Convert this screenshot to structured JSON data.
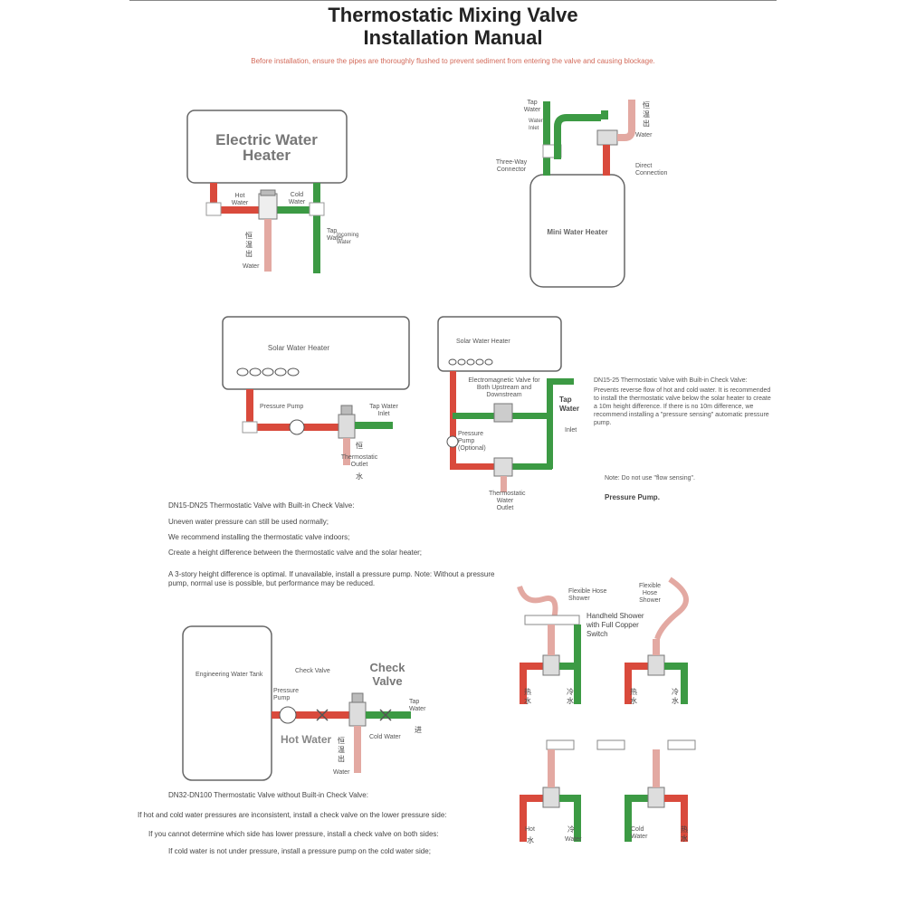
{
  "title_line1": "Thermostatic Mixing Valve",
  "title_line2": "Installation Manual",
  "warning": "Before installation, ensure the pipes are thoroughly flushed to prevent sediment from entering the valve and causing blockage.",
  "d1": {
    "heater": "Electric Water Heater",
    "hot": "Hot Water",
    "cold": "Cold Water",
    "tap": "Tap Water",
    "inlet": "Incoming Water",
    "outlet_cn": "恒温出",
    "outlet": "Water"
  },
  "d2": {
    "tap": "Tap Water",
    "inlet": "Water Inlet",
    "outlet_cn": "恒温出",
    "outlet": "Water",
    "three_way": "Three-Way Connector",
    "direct": "Direct Connection",
    "heater": "Mini Water Heater"
  },
  "d3": {
    "heater": "Solar Water Heater",
    "pump": "Pressure Pump",
    "tap": "Tap Water Inlet",
    "outlet_cn": "恒",
    "outlet": "Thermostatic Outlet",
    "outlet_cn2": "水"
  },
  "d4": {
    "heater": "Solar Water Heater",
    "valve": "Electromagnetic Valve for Both Upstream and Downstream",
    "pump": "Pressure Pump (Optional)",
    "tap": "Tap Water",
    "inlet": "Inlet",
    "outlet": "Thermostatic Water Outlet",
    "note_title": "DN15-25 Thermostatic Valve with Built-in Check Valve:",
    "note_body": "Prevents reverse flow of hot and cold water. It is recommended to install the thermostatic valve below the solar heater to create a 10m height difference. If there is no 10m difference, we recommend installing a \"pressure sensing\" automatic pressure pump.",
    "note2": "Note: Do not use \"flow sensing\".",
    "note3": "Pressure Pump."
  },
  "mid_text": {
    "heading": "DN15-DN25 Thermostatic Valve with Built-in Check Valve:",
    "l1": "Uneven water pressure can still be used normally;",
    "l2": "We recommend installing the thermostatic valve indoors;",
    "l3": "Create a height difference between the thermostatic valve and the solar heater;",
    "l4": "A 3-story height difference is optimal. If unavailable, install a pressure pump. Note: Without a pressure pump, normal use is possible, but performance may be reduced."
  },
  "d5": {
    "tank": "Engineering Water Tank",
    "check_valve": "Check Valve",
    "check_valve_big": "Check Valve",
    "pump": "Pressure Pump",
    "tap": "Tap Water",
    "jin": "进",
    "hot": "Hot Water",
    "cold": "Cold Water",
    "outlet_cn": "恒温出",
    "outlet": "Water"
  },
  "bottom_text": {
    "heading": "DN32-DN100 Thermostatic Valve without Built-in Check Valve:",
    "l1": "If hot and cold water pressures are inconsistent, install a check valve on the lower pressure side:",
    "l2": "If you cannot determine which side has lower pressure, install a check valve on both sides:",
    "l3": "If cold water is not under pressure, install a pressure pump on the cold water side;"
  },
  "d6": {
    "hose1": "Flexible Hose Shower",
    "hose2": "Flexible Hose Shower",
    "handheld": "Handheld Shower with Full Copper Switch",
    "hot_cn": "热水",
    "cold_cn": "冷水",
    "hot_cn2": "热水",
    "cold_cn2": "冷水",
    "hot_label": "Hot",
    "hot_cn3": "水",
    "cold_cn3": "冷",
    "cold_water3": "Water",
    "cold_label4": "Cold Water",
    "hot_cn4": "热水"
  },
  "colors": {
    "hot": "#d94a3c",
    "cold": "#3c9a44",
    "mixed": "#e3a9a2",
    "pipe": "#ffffff"
  }
}
